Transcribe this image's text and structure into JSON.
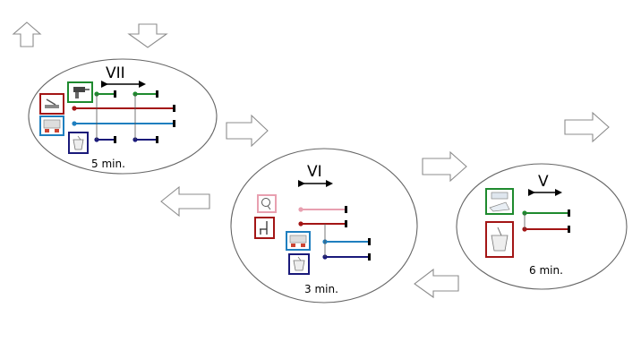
{
  "colors": {
    "green": "#1e8a2e",
    "red": "#a31515",
    "blue": "#1f7fbf",
    "navy": "#1a1a7a",
    "pink": "#e8a0b0"
  },
  "groups": [
    {
      "numeral": "VII",
      "duration": "5 min.",
      "boxes": [
        {
          "color": "green",
          "icon": "drill-icon"
        },
        {
          "color": "red",
          "icon": "hand-sander-icon"
        },
        {
          "color": "blue",
          "icon": "machines-icon"
        },
        {
          "color": "navy",
          "icon": "bucket-icon"
        }
      ],
      "lines": [
        "green",
        "green",
        "red",
        "blue",
        "navy",
        "navy"
      ]
    },
    {
      "numeral": "VI",
      "duration": "3 min.",
      "boxes": [
        {
          "color": "pink",
          "icon": "dish-icon"
        },
        {
          "color": "red",
          "icon": "chair-icon"
        },
        {
          "color": "blue",
          "icon": "machines-icon"
        },
        {
          "color": "navy",
          "icon": "bucket-icon"
        }
      ],
      "lines": [
        "pink",
        "red",
        "blue",
        "navy"
      ]
    },
    {
      "numeral": "V",
      "duration": "6 min.",
      "boxes": [
        {
          "color": "green",
          "icon": "panel-icon"
        },
        {
          "color": "red",
          "icon": "paint-bucket-icon"
        }
      ],
      "lines": [
        "green",
        "red"
      ]
    }
  ]
}
